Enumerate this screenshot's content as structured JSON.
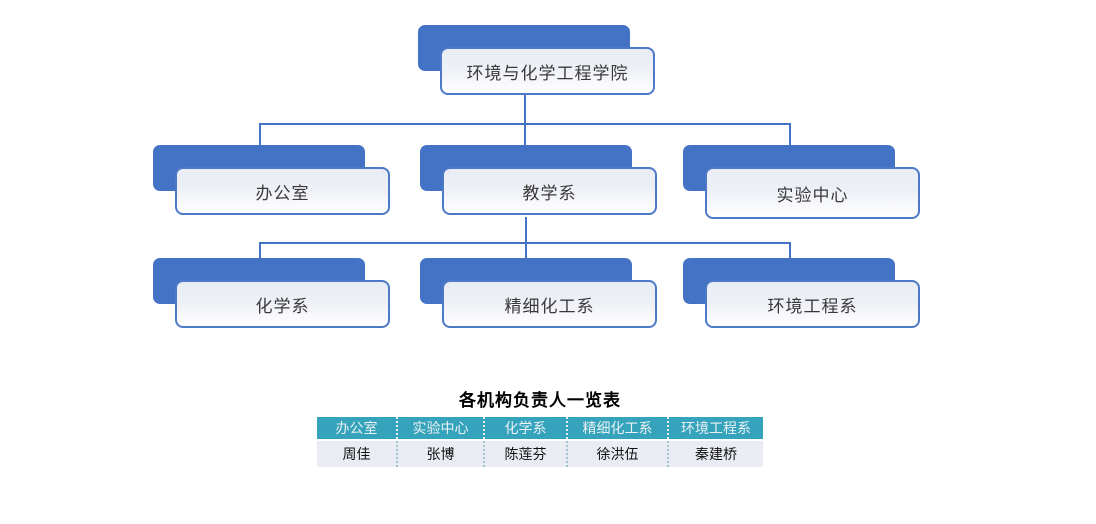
{
  "org_chart": {
    "root": {
      "label": "环境与化学工程学院"
    },
    "level2": [
      {
        "label": "办公室"
      },
      {
        "label": "教学系"
      },
      {
        "label": "实验中心"
      }
    ],
    "level3": [
      {
        "label": "化学系"
      },
      {
        "label": "精细化工系"
      },
      {
        "label": "环境工程系"
      }
    ]
  },
  "table": {
    "title": "各机构负责人一览表",
    "columns": [
      {
        "header": "办公室",
        "value": "周佳"
      },
      {
        "header": "实验中心",
        "value": "张博"
      },
      {
        "header": "化学系",
        "value": "陈莲芬"
      },
      {
        "header": "精细化工系",
        "value": "徐洪伍"
      },
      {
        "header": "环境工程系",
        "value": "秦建桥"
      }
    ]
  },
  "colors": {
    "node_blue": "#4472C4",
    "node_border": "#4d7ac6",
    "connector": "#4472C4",
    "table_header_bg": "#35A3BB",
    "table_row_bg": "#E9ECF2"
  }
}
